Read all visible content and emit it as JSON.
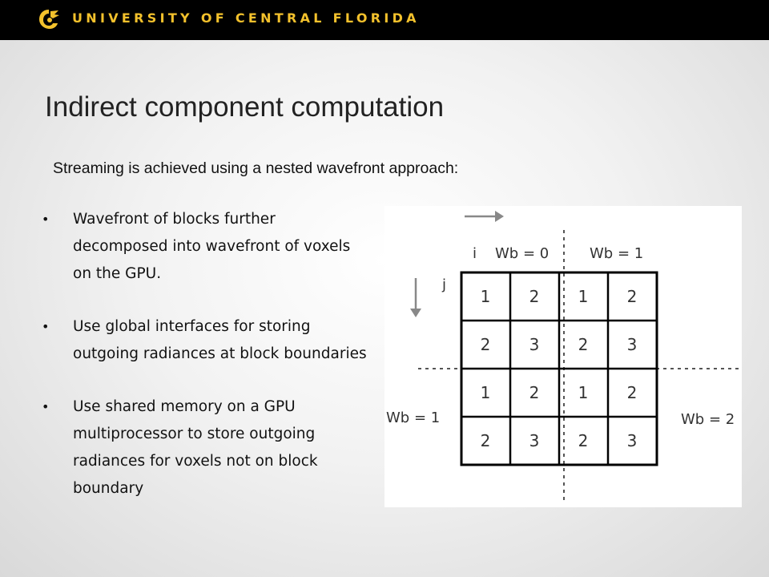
{
  "header": {
    "university": "UNIVERSITY OF CENTRAL FLORIDA",
    "logo_icon": "pegasus-icon",
    "bar_color": "#000000",
    "accent_color": "#f3c12c"
  },
  "slide": {
    "title": "Indirect component computation",
    "subtitle": "Streaming is achieved using a nested wavefront approach:",
    "bullets": [
      "Wavefront of blocks further decomposed into wavefront of voxels on the GPU.",
      "Use global interfaces for storing outgoing radiances at block boundaries",
      "Use shared memory on a GPU multiprocessor to store outgoing radiances for voxels not on block boundary"
    ]
  },
  "figure": {
    "label_i": "i",
    "label_j": "j",
    "top_left_label": "Wb = 0",
    "top_right_label": "Wb = 1",
    "left_label": "Wb = 1",
    "right_label": "Wb = 2",
    "grid": [
      [
        "1",
        "2",
        "1",
        "2"
      ],
      [
        "2",
        "3",
        "2",
        "3"
      ],
      [
        "1",
        "2",
        "1",
        "2"
      ],
      [
        "2",
        "3",
        "2",
        "3"
      ]
    ]
  }
}
